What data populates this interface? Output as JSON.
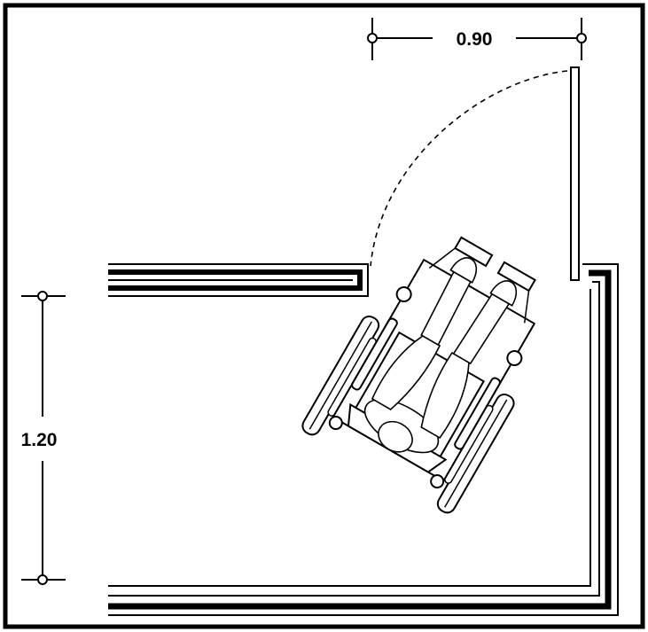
{
  "diagram": {
    "title": "",
    "dimensions": {
      "door_width_label": "0.90",
      "corridor_width_label": "1.20"
    },
    "elements": [
      "outer-frame",
      "corridor-wall-upper-left",
      "corridor-wall-lower-right",
      "door-leaf",
      "door-swing-arc",
      "wheelchair-with-user"
    ],
    "colors": {
      "line": "#000000",
      "background": "#ffffff"
    }
  }
}
